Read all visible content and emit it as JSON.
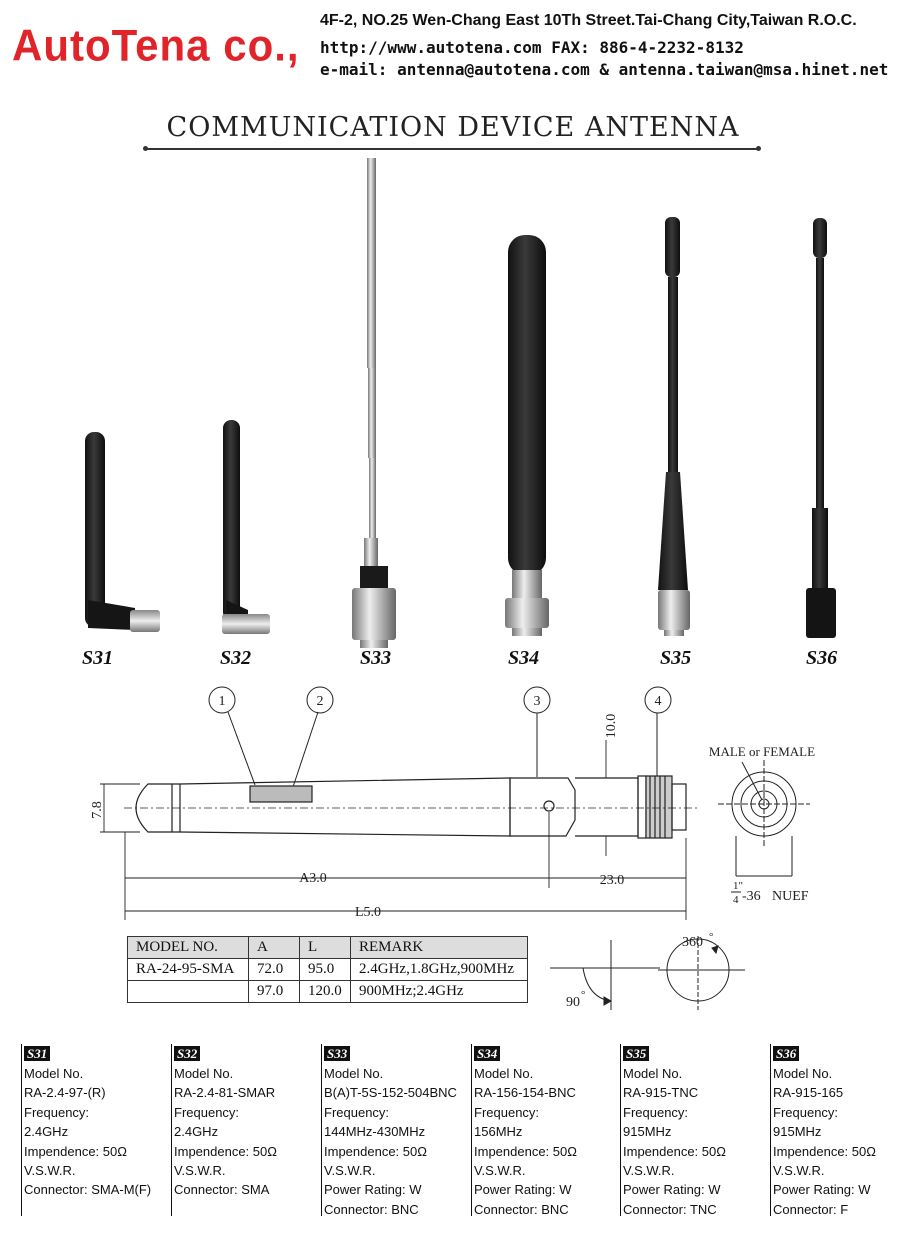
{
  "header": {
    "logo": "AutoTena co.,",
    "address": "4F-2, NO.25 Wen-Chang East 10Th Street.Tai-Chang City,Taiwan R.O.C.",
    "web_fax": "http://www.autotena.com    FAX: 886-4-2232-8132",
    "email": "e-mail: antenna@autotena.com  &  antenna.taiwan@msa.hinet.net"
  },
  "title": "COMMUNICATION DEVICE ANTENNA",
  "products": [
    {
      "label": "S31"
    },
    {
      "label": "S32"
    },
    {
      "label": "S33"
    },
    {
      "label": "S34"
    },
    {
      "label": "S35"
    },
    {
      "label": "S36"
    }
  ],
  "diagram": {
    "callouts": [
      "1",
      "2",
      "3",
      "4"
    ],
    "dim_height": "7.8",
    "dim_a": "A3.0",
    "dim_l": "L5.0",
    "dim_23": "23.0",
    "dim_10": "10.0",
    "male_female": "MALE or FEMALE",
    "thread_num": "1\"",
    "thread_den": "4",
    "thread_rest": "-36",
    "nuef": "NUEF",
    "angle_360": "360",
    "angle_90": "90",
    "degree": "°"
  },
  "table": {
    "headers": [
      "MODEL NO.",
      "A",
      "L",
      "REMARK"
    ],
    "rows": [
      [
        "RA-24-95-SMA",
        "72.0",
        "95.0",
        "2.4GHz,1.8GHz,900MHz"
      ],
      [
        "",
        "97.0",
        "120.0",
        "900MHz;2.4GHz"
      ]
    ]
  },
  "specs": [
    {
      "badge": "S31",
      "lines": [
        "Model No.",
        "RA-2.4-97-(R)",
        "Frequency:",
        "2.4GHz",
        "Impendence: 50Ω",
        "V.S.W.R.",
        "Connector: SMA-M(F)"
      ]
    },
    {
      "badge": "S32",
      "lines": [
        "Model No.",
        "RA-2.4-81-SMAR",
        "Frequency:",
        "2.4GHz",
        "Impendence: 50Ω",
        "V.S.W.R.",
        "Connector: SMA"
      ]
    },
    {
      "badge": "S33",
      "lines": [
        "Model No.",
        "B(A)T-5S-152-504BNC",
        "Frequency:",
        "144MHz-430MHz",
        "Impendence: 50Ω",
        "V.S.W.R.",
        "Power Rating: W",
        "Connector: BNC"
      ]
    },
    {
      "badge": "S34",
      "lines": [
        "Model No.",
        "RA-156-154-BNC",
        "Frequency:",
        "156MHz",
        "Impendence: 50Ω",
        "V.S.W.R.",
        "Power Rating: W",
        "Connector: BNC"
      ]
    },
    {
      "badge": "S35",
      "lines": [
        "Model No.",
        "RA-915-TNC",
        "Frequency:",
        "915MHz",
        "Impendence: 50Ω",
        "V.S.W.R.",
        "Power Rating: W",
        "Connector: TNC"
      ]
    },
    {
      "badge": "S36",
      "lines": [
        "Model No.",
        "RA-915-165",
        "Frequency:",
        "915MHz",
        "Impendence: 50Ω",
        "V.S.W.R.",
        "Power Rating: W",
        "Connector: F"
      ]
    }
  ]
}
